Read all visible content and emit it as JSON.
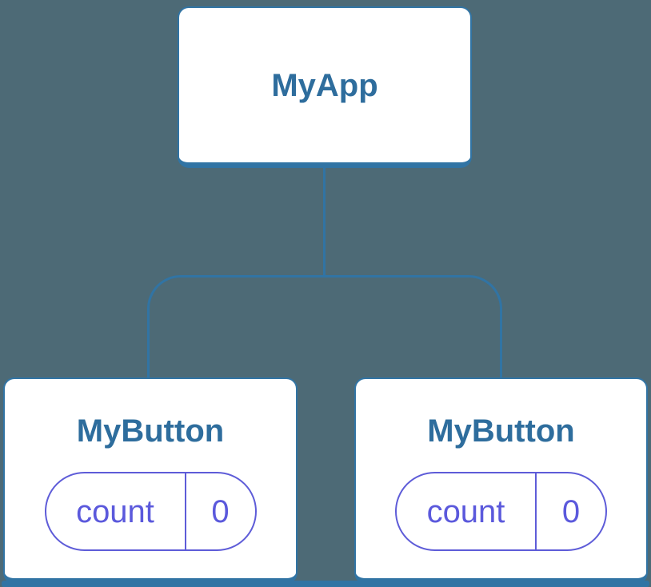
{
  "diagram": {
    "type": "component-tree",
    "root": {
      "label": "MyApp"
    },
    "children": [
      {
        "label": "MyButton",
        "state": {
          "key": "count",
          "value": "0"
        }
      },
      {
        "label": "MyButton",
        "state": {
          "key": "count",
          "value": "0"
        }
      }
    ]
  },
  "colors": {
    "background": "#4D6A76",
    "node_fill": "#FFFFFF",
    "node_border": "#3174A4",
    "node_label_text": "#2E6D9D",
    "connector_line": "#3174A4",
    "state_pill_accent": "#5B59DC"
  }
}
